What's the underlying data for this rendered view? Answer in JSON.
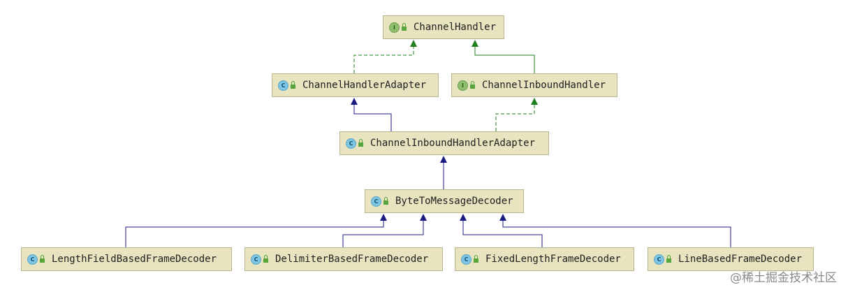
{
  "nodes": [
    {
      "id": "channel-handler",
      "label": "ChannelHandler",
      "kind": "interface",
      "kind_letter": "I"
    },
    {
      "id": "channel-handler-adapter",
      "label": "ChannelHandlerAdapter",
      "kind": "class",
      "kind_letter": "C"
    },
    {
      "id": "channel-inbound-handler",
      "label": "ChannelInboundHandler",
      "kind": "interface",
      "kind_letter": "I"
    },
    {
      "id": "channel-inbound-handler-adapter",
      "label": "ChannelInboundHandlerAdapter",
      "kind": "class",
      "kind_letter": "C"
    },
    {
      "id": "byte-to-message-decoder",
      "label": "ByteToMessageDecoder",
      "kind": "class",
      "kind_letter": "C"
    },
    {
      "id": "length-field-based-frame-decoder",
      "label": "LengthFieldBasedFrameDecoder",
      "kind": "class",
      "kind_letter": "C"
    },
    {
      "id": "delimiter-based-frame-decoder",
      "label": "DelimiterBasedFrameDecoder",
      "kind": "class",
      "kind_letter": "C"
    },
    {
      "id": "fixed-length-frame-decoder",
      "label": "FixedLengthFrameDecoder",
      "kind": "class",
      "kind_letter": "C"
    },
    {
      "id": "line-based-frame-decoder",
      "label": "LineBasedFrameDecoder",
      "kind": "class",
      "kind_letter": "C"
    }
  ],
  "edges": [
    {
      "from": "channel-handler-adapter",
      "to": "channel-handler",
      "relation": "implements"
    },
    {
      "from": "channel-inbound-handler",
      "to": "channel-handler",
      "relation": "extends-interface"
    },
    {
      "from": "channel-inbound-handler-adapter",
      "to": "channel-handler-adapter",
      "relation": "extends"
    },
    {
      "from": "channel-inbound-handler-adapter",
      "to": "channel-inbound-handler",
      "relation": "implements"
    },
    {
      "from": "byte-to-message-decoder",
      "to": "channel-inbound-handler-adapter",
      "relation": "extends"
    },
    {
      "from": "length-field-based-frame-decoder",
      "to": "byte-to-message-decoder",
      "relation": "extends"
    },
    {
      "from": "delimiter-based-frame-decoder",
      "to": "byte-to-message-decoder",
      "relation": "extends"
    },
    {
      "from": "fixed-length-frame-decoder",
      "to": "byte-to-message-decoder",
      "relation": "extends"
    },
    {
      "from": "line-based-frame-decoder",
      "to": "byte-to-message-decoder",
      "relation": "extends"
    }
  ],
  "colors": {
    "extends": "#1b1b80",
    "implements": "#1f7d1f",
    "extends-interface": "#1f7d1f",
    "node_fill": "#e8e4c0",
    "node_border": "#b8b48e"
  },
  "watermark": "@稀土掘金技术社区"
}
